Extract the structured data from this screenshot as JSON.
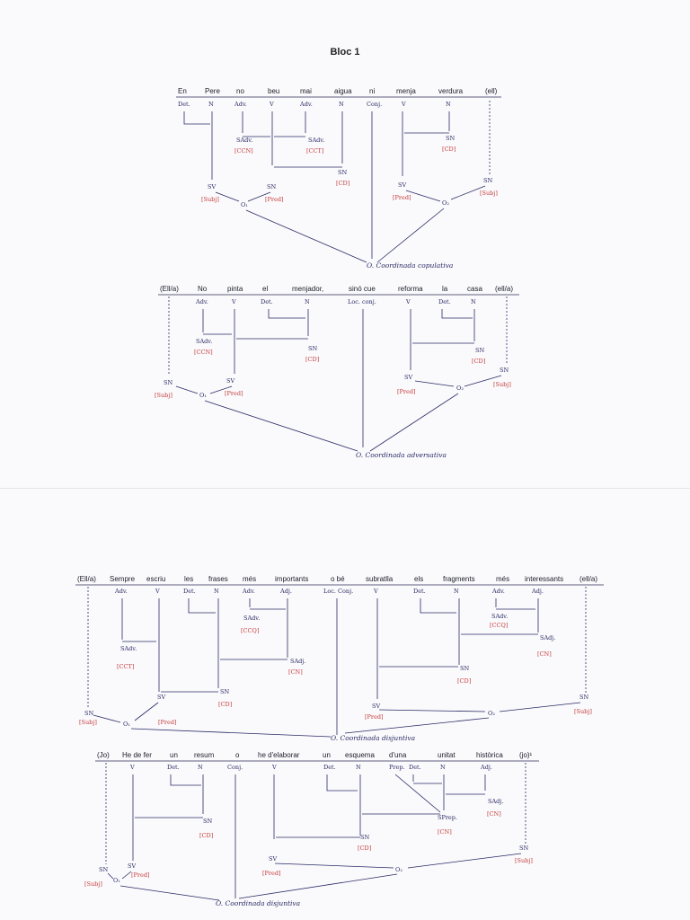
{
  "page_title": "Bloc 1",
  "s1": {
    "words": [
      "En",
      "Pere",
      "no",
      "beu",
      "mai",
      "aigua",
      "ni",
      "menja",
      "verdura",
      "(ell)"
    ],
    "cats": [
      "Det.",
      "N",
      "Adv.",
      "V",
      "Adv.",
      "N",
      "Conj.",
      "V",
      "N"
    ],
    "nodes": [
      "SAdv.",
      "SAdv.",
      "SN",
      "SN",
      "SV",
      "SN",
      "SV",
      "SN",
      "O₁",
      "O₂"
    ],
    "funcs": [
      "[CCN]",
      "[CCT]",
      "[CD]",
      "[Subj]",
      "[Pred]",
      "[CD]",
      "[Pred]",
      "[Subj]"
    ],
    "clause": "O. Coordinada copulativa"
  },
  "s2": {
    "words": [
      "(Ell/a)",
      "No",
      "pinta",
      "el",
      "menjador,",
      "sinó cue",
      "reforma",
      "la",
      "casa",
      "(ell/a)"
    ],
    "cats": [
      "Adv.",
      "V",
      "Det.",
      "N",
      "Loc. conj.",
      "V",
      "Det.",
      "N"
    ],
    "nodes": [
      "SAdv.",
      "SN",
      "SN",
      "SV",
      "SN",
      "SV",
      "SN",
      "O₁",
      "O₂"
    ],
    "funcs": [
      "[CCN]",
      "[CD]",
      "[Subj]",
      "[Pred]",
      "[CD]",
      "[Pred]",
      "[Subj]"
    ],
    "clause": "O. Coordinada adversativa"
  },
  "s3": {
    "words": [
      "(Ell/a)",
      "Sempre",
      "escriu",
      "les",
      "frases",
      "més",
      "importants",
      "o bé",
      "subratlla",
      "els",
      "fragments",
      "més",
      "interessants",
      "(ell/a)"
    ],
    "cats": [
      "Adv.",
      "V",
      "Det.",
      "N",
      "Adv.",
      "Adj.",
      "Loc. Conj.",
      "V",
      "Det.",
      "N",
      "Adv.",
      "Adj."
    ],
    "nodes": [
      "SAdv.",
      "SAdv.",
      "SAdj.",
      "SN",
      "SV",
      "SN",
      "O₁",
      "SAdv.",
      "SAdj.",
      "SN",
      "SV",
      "O₂",
      "SN"
    ],
    "funcs": [
      "[CCT]",
      "[CCQ]",
      "[CN]",
      "[CD]",
      "[Subj]",
      "[Pred]",
      "[CCQ]",
      "[CN]",
      "[CD]",
      "[Pred]",
      "[Subj]"
    ],
    "clause": "O. Coordinada disjuntiva"
  },
  "s4": {
    "words": [
      "(Jo)",
      "He de fer",
      "un",
      "resum",
      "o",
      "he d'elaborar",
      "un",
      "esquema",
      "d'una",
      "unitat",
      "històrica",
      "(jo)¹"
    ],
    "cats": [
      "V",
      "Det.",
      "N",
      "Conj.",
      "V",
      "Det.",
      "N",
      "Prep.",
      "Det.",
      "N",
      "Adj."
    ],
    "nodes": [
      "SN",
      "SN",
      "SV",
      "O₁",
      "SAdj.",
      "SPrep.",
      "SN",
      "SV",
      "O₂",
      "SN"
    ],
    "funcs": [
      "[CD]",
      "[Subj]",
      "[Pred]",
      "[CN]",
      "[CN]",
      "[CD]",
      "[Pred]",
      "[Subj]"
    ],
    "clause": "O. Coordinada disjuntiva"
  }
}
